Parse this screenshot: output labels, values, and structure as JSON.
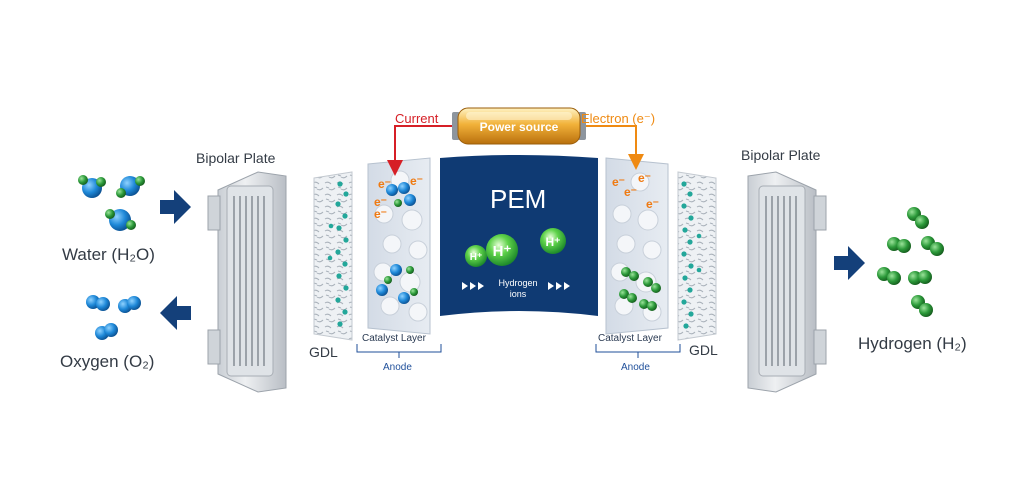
{
  "power_source": {
    "label": "Power source"
  },
  "current_label": "Current",
  "electron_label": "Electron (e⁻)",
  "left": {
    "bipolar_label": "Bipolar Plate",
    "water_label": "Water (H₂O)",
    "oxygen_label": "Oxygen (O₂)",
    "gdl_label": "GDL",
    "catalyst_label": "Catalyst Layer",
    "electrode_label": "Anode"
  },
  "right": {
    "bipolar_label": "Bipolar Plate",
    "hydrogen_label": "Hydrogen (H₂)",
    "gdl_label": "GDL",
    "catalyst_label": "Catalyst Layer",
    "electrode_label": "Anode"
  },
  "pem": {
    "title": "PEM",
    "ion_label_line1": "Hydrogen",
    "ion_label_line2": "ions",
    "ion_symbol": "H⁺",
    "electron_symbol": "e⁻"
  },
  "colors": {
    "pem_blue": "#0f3a73",
    "arrow_navy": "#14407a",
    "current_red": "#d61f26",
    "electron_orange": "#ef8a12",
    "water_blue": "#1e88d8",
    "hydrogen_green": "#2c9a3a",
    "ion_green": "#36c13f"
  }
}
